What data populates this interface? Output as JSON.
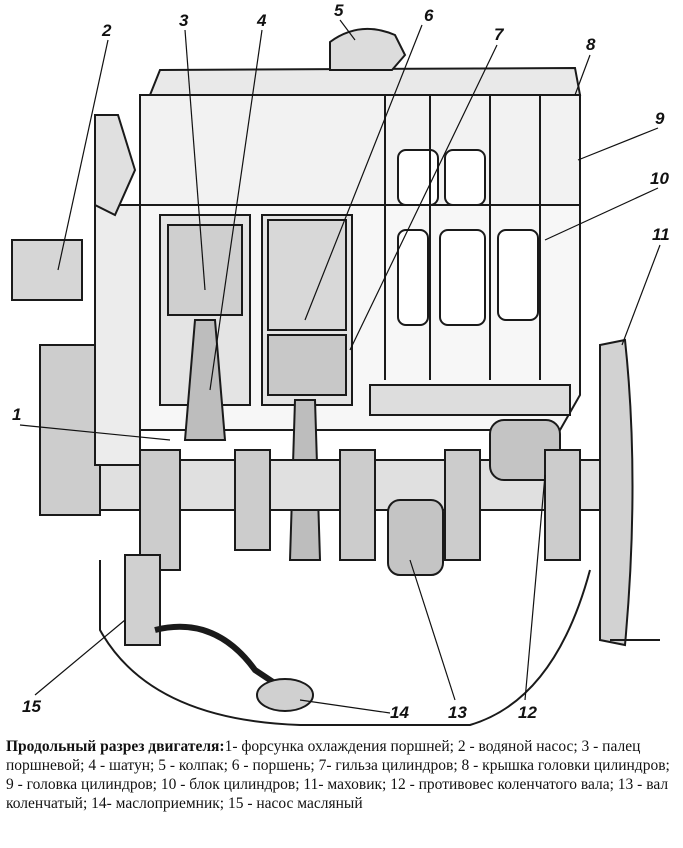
{
  "figure": {
    "callouts": [
      {
        "id": "callout-1",
        "text": "1"
      },
      {
        "id": "callout-2",
        "text": "2"
      },
      {
        "id": "callout-3",
        "text": "3"
      },
      {
        "id": "callout-4",
        "text": "4"
      },
      {
        "id": "callout-5",
        "text": "5"
      },
      {
        "id": "callout-6",
        "text": "6"
      },
      {
        "id": "callout-7",
        "text": "7"
      },
      {
        "id": "callout-8",
        "text": "8"
      },
      {
        "id": "callout-9",
        "text": "9"
      },
      {
        "id": "callout-10",
        "text": "10"
      },
      {
        "id": "callout-11",
        "text": "11"
      },
      {
        "id": "callout-12",
        "text": "12"
      },
      {
        "id": "callout-13",
        "text": "13"
      },
      {
        "id": "callout-14",
        "text": "14"
      },
      {
        "id": "callout-15",
        "text": "15"
      }
    ]
  },
  "caption": {
    "title": "Продольный разрез двигателя:",
    "body": "1- форсунка охлаждения поршней; 2 - водяной насос; 3 - палец поршневой; 4 - шатун; 5 - колпак; 6 - поршень; 7- гильза цилиндров; 8 - крышка головки цилиндров; 9 - головка цилиндров; 10 - блок цилиндров; 11- маховик; 12 - противовес коленчатого вала; 13 - вал коленчатый; 14- маслоприемник; 15 - насос масляный"
  }
}
